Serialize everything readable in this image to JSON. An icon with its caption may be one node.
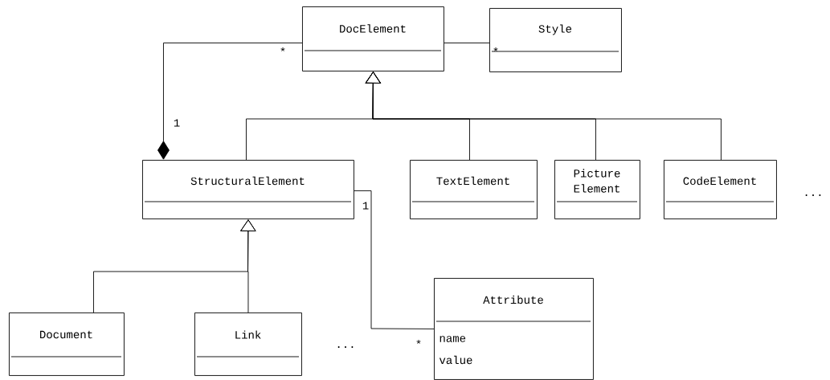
{
  "diagram": {
    "nodes": [
      {
        "text": [
          "DocElement"
        ]
      },
      {
        "text": [
          "Style"
        ]
      },
      {
        "text": [
          "StructuralElement"
        ]
      },
      {
        "text": [
          "TextElement"
        ]
      },
      {
        "text": [
          "Picture Element"
        ]
      },
      {
        "text": [
          "CodeElement"
        ]
      },
      {
        "text": [
          "Document"
        ]
      },
      {
        "text": [
          "Link"
        ]
      },
      {
        "text": [
          "Attribute",
          "name",
          "value"
        ]
      }
    ],
    "edges": [
      {
        "from": 0,
        "to": 1,
        "arrow": "none"
      },
      {
        "from": 0,
        "to": 2,
        "arrow": "other"
      },
      {
        "from": 2,
        "to": 0,
        "arrow": "to"
      },
      {
        "from": 3,
        "to": 0,
        "arrow": "to"
      },
      {
        "from": 4,
        "to": 0,
        "arrow": "to"
      },
      {
        "from": 5,
        "to": 0,
        "arrow": "to"
      },
      {
        "from": 6,
        "to": 2,
        "arrow": "to"
      },
      {
        "from": 7,
        "to": 2,
        "arrow": "to"
      },
      {
        "from": 2,
        "to": 8,
        "arrow": "none"
      }
    ],
    "labels": [
      "*",
      "*",
      "1",
      "...",
      "1",
      "...",
      "*"
    ]
  }
}
